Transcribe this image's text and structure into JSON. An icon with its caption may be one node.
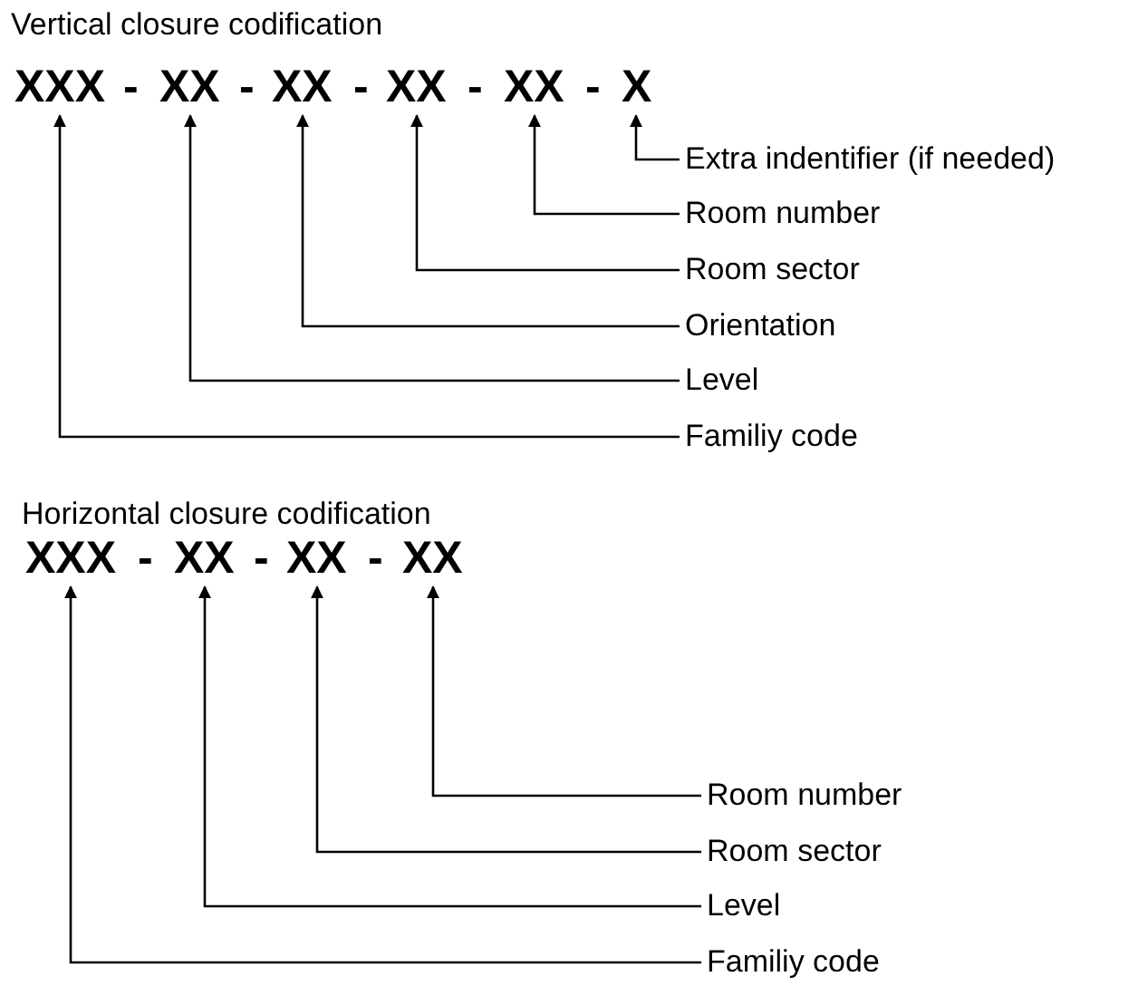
{
  "diagram": {
    "nodes": [
      {
        "text": [
          "XXX"
        ]
      },
      {
        "text": [
          "XX"
        ]
      },
      {
        "text": [
          "XX"
        ]
      },
      {
        "text": [
          "XX"
        ]
      },
      {
        "text": [
          "XX"
        ]
      },
      {
        "text": [
          "X"
        ]
      },
      {
        "text": [
          "Extra indentifier (if needed)"
        ]
      },
      {
        "text": [
          "Room number"
        ]
      },
      {
        "text": [
          "Room sector"
        ]
      },
      {
        "text": [
          "Orientation"
        ]
      },
      {
        "text": [
          "Level"
        ]
      },
      {
        "text": [
          "Familiy code"
        ]
      },
      {
        "text": [
          "XXX"
        ]
      },
      {
        "text": [
          "XX"
        ]
      },
      {
        "text": [
          "XX"
        ]
      },
      {
        "text": [
          "XX"
        ]
      },
      {
        "text": [
          "Room number"
        ]
      },
      {
        "text": [
          "Room sector"
        ]
      },
      {
        "text": [
          "Level"
        ]
      },
      {
        "text": [
          "Familiy code"
        ]
      }
    ],
    "edges": [
      {
        "from": 6,
        "to": 5,
        "arrow": "to"
      },
      {
        "from": 7,
        "to": 4,
        "arrow": "to"
      },
      {
        "from": 8,
        "to": 3,
        "arrow": "to"
      },
      {
        "from": 9,
        "to": 2,
        "arrow": "to"
      },
      {
        "from": 10,
        "to": 1,
        "arrow": "to"
      },
      {
        "from": 11,
        "to": 0,
        "arrow": "to"
      },
      {
        "from": 16,
        "to": 15,
        "arrow": "to"
      },
      {
        "from": 17,
        "to": 14,
        "arrow": "to"
      },
      {
        "from": 18,
        "to": 13,
        "arrow": "to"
      },
      {
        "from": 19,
        "to": 12,
        "arrow": "to"
      }
    ],
    "labels": [
      "Vertical closure codification",
      "-",
      "-",
      "-",
      "-",
      "-",
      "Horizontal closure codification",
      "-",
      "-",
      "-"
    ]
  }
}
